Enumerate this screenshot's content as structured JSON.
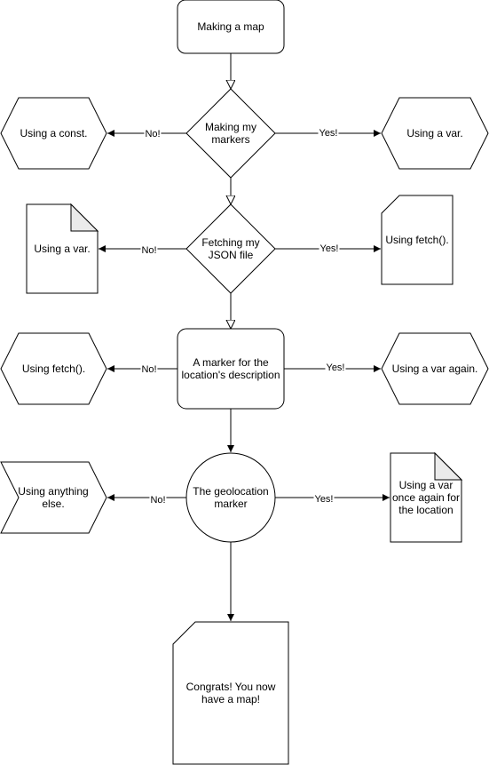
{
  "colors": {
    "stroke": "#000000",
    "fill": "#ffffff",
    "fold": "#ebebeb",
    "text": "#000000"
  },
  "nodes": {
    "start": "Making a map",
    "d_markers": "Making my\nmarkers",
    "const_hex": "Using a const.",
    "var_hex": "Using a var.",
    "d_json": "Fetching my\nJSON file",
    "var_doc": "Using a var.",
    "fetch_card": "Using fetch().",
    "marker_desc": "A marker for the\nlocation's description",
    "fetch_hex": "Using fetch().",
    "var_again_hex": "Using a var again.",
    "geo_circle": "The geolocation\nmarker",
    "anything_else": "Using anything\nelse.",
    "var_once_doc": "Using a var\nonce again for\nthe location",
    "congrats_card": "Congrats! You now\nhave a map!"
  },
  "edges": {
    "markers_no": "No!",
    "markers_yes": "Yes!",
    "json_no": "No!",
    "json_yes": "Yes!",
    "desc_no": "No!",
    "desc_yes": "Yes!",
    "geo_no": "No!",
    "geo_yes": "Yes!"
  }
}
